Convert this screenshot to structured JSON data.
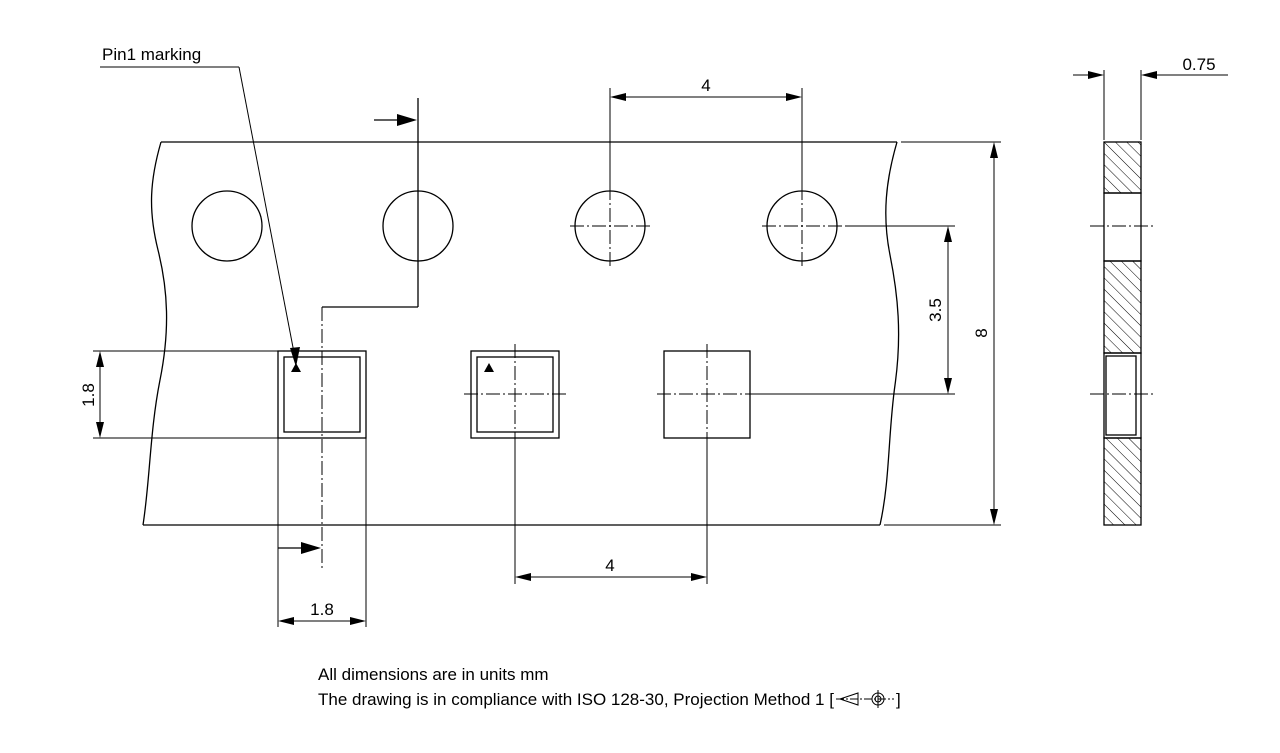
{
  "labels": {
    "pin1": "Pin1 marking",
    "thickness": "0.75",
    "pitch_top": "4",
    "pitch_bottom": "4",
    "hole_to_pocket": "3.5",
    "tape_width": "8",
    "pocket_height": "1.8",
    "pocket_width": "1.8"
  },
  "notes": {
    "line1": "All dimensions are in units mm",
    "line2": "The drawing is in compliance with ISO 128-30, Projection Method 1 [",
    "line2_end": "]"
  }
}
